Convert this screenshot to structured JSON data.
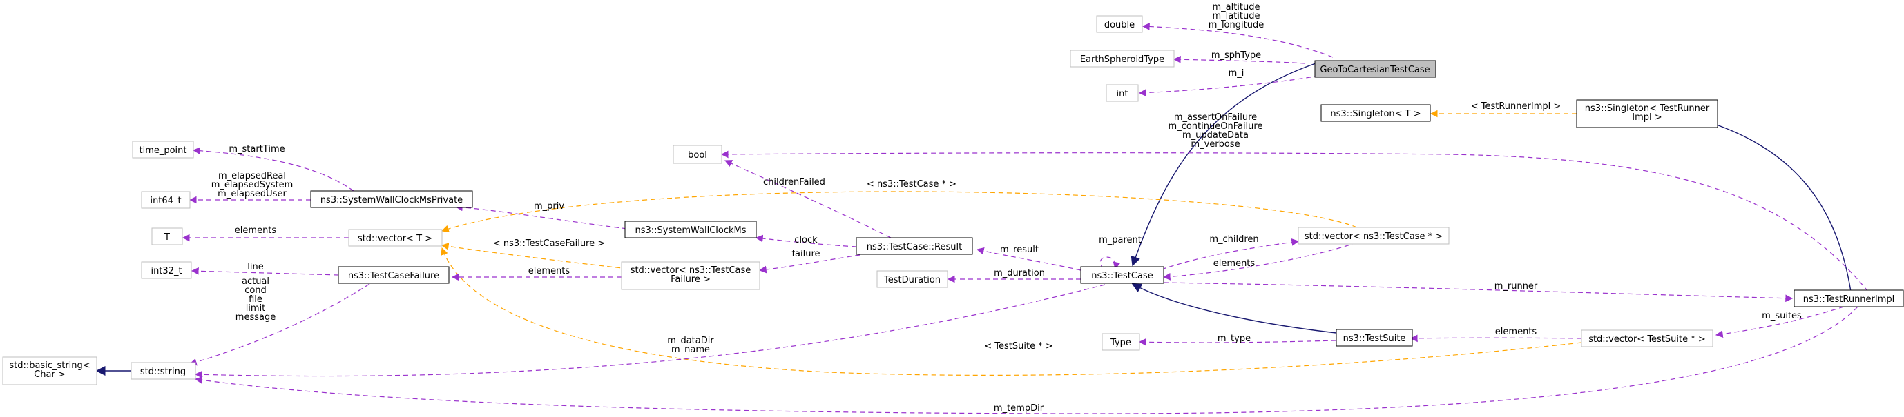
{
  "colors": {
    "member_edge": "#9a32cd",
    "template_edge": "#ffa500",
    "inherit_edge": "#191970",
    "focus_fill": "#bfbfbf"
  },
  "nodes": {
    "double": [
      "double"
    ],
    "earth_spheroid_type": [
      "EarthSpheroidType"
    ],
    "int": [
      "int"
    ],
    "geo_to_cartesian_test_case": [
      "GeoToCartesianTestCase"
    ],
    "singleton_t": [
      "ns3::Singleton< T >"
    ],
    "singleton_test_runner_impl": [
      "ns3::Singleton< TestRunner",
      "Impl >"
    ],
    "bool": [
      "bool"
    ],
    "time_point": [
      "time_point"
    ],
    "int64_t": [
      "int64_t"
    ],
    "system_wall_clock_ms_private": [
      "ns3::SystemWallClockMsPrivate"
    ],
    "t": [
      "T"
    ],
    "std_vector_t": [
      "std::vector< T >"
    ],
    "system_wall_clock_ms": [
      "ns3::SystemWallClockMs"
    ],
    "test_case_result": [
      "ns3::TestCase::Result"
    ],
    "std_vector_test_case_ptr": [
      "std::vector< ns3::TestCase * >"
    ],
    "int32_t": [
      "int32_t"
    ],
    "test_case_failure": [
      "ns3::TestCaseFailure"
    ],
    "std_vector_test_case_failure": [
      "std::vector< ns3::TestCase",
      "Failure >"
    ],
    "test_duration": [
      "TestDuration"
    ],
    "test_case": [
      "ns3::TestCase"
    ],
    "test_runner_impl": [
      "ns3::TestRunnerImpl"
    ],
    "type": [
      "Type"
    ],
    "test_suite": [
      "ns3::TestSuite"
    ],
    "std_vector_test_suite_ptr": [
      "std::vector< TestSuite * >"
    ],
    "std_basic_string_char": [
      "std::basic_string<",
      "Char >"
    ],
    "std_string": [
      "std::string"
    ]
  },
  "edge_labels": {
    "double_members": [
      "m_altitude",
      "m_latitude",
      "m_longitude"
    ],
    "sph_type": [
      "m_sphType"
    ],
    "m_i": [
      "m_i"
    ],
    "test_runner_impl_tpl": [
      "< TestRunnerImpl >"
    ],
    "bool_members": [
      "m_assertOnFailure",
      "m_continueOnFailure",
      "m_updateData",
      "m_verbose"
    ],
    "start_time": [
      "m_startTime"
    ],
    "elapsed": [
      "m_elapsedReal",
      "m_elapsedSystem",
      "m_elapsedUser"
    ],
    "children_failed": [
      "childrenFailed"
    ],
    "test_case_ptr_tpl": [
      "< ns3::TestCase * >"
    ],
    "m_priv": [
      "m_priv"
    ],
    "elements_t": [
      "elements"
    ],
    "clock": [
      "clock"
    ],
    "m_parent": [
      "m_parent"
    ],
    "m_children": [
      "m_children"
    ],
    "m_result": [
      "m_result"
    ],
    "failure": [
      "failure"
    ],
    "elements_children": [
      "elements"
    ],
    "test_case_failure_tpl": [
      "< ns3::TestCaseFailure >"
    ],
    "line": [
      "line"
    ],
    "elements_failure": [
      "elements"
    ],
    "m_duration": [
      "m_duration"
    ],
    "m_runner": [
      "m_runner"
    ],
    "failure_strings": [
      "actual",
      "cond",
      "file",
      "limit",
      "message"
    ],
    "m_suites": [
      "m_suites"
    ],
    "m_type": [
      "m_type"
    ],
    "elements_suites": [
      "elements"
    ],
    "test_suite_ptr_tpl": [
      "< TestSuite * >"
    ],
    "data_dir": [
      "m_dataDir",
      "m_name"
    ],
    "temp_dir": [
      "m_tempDir"
    ]
  }
}
